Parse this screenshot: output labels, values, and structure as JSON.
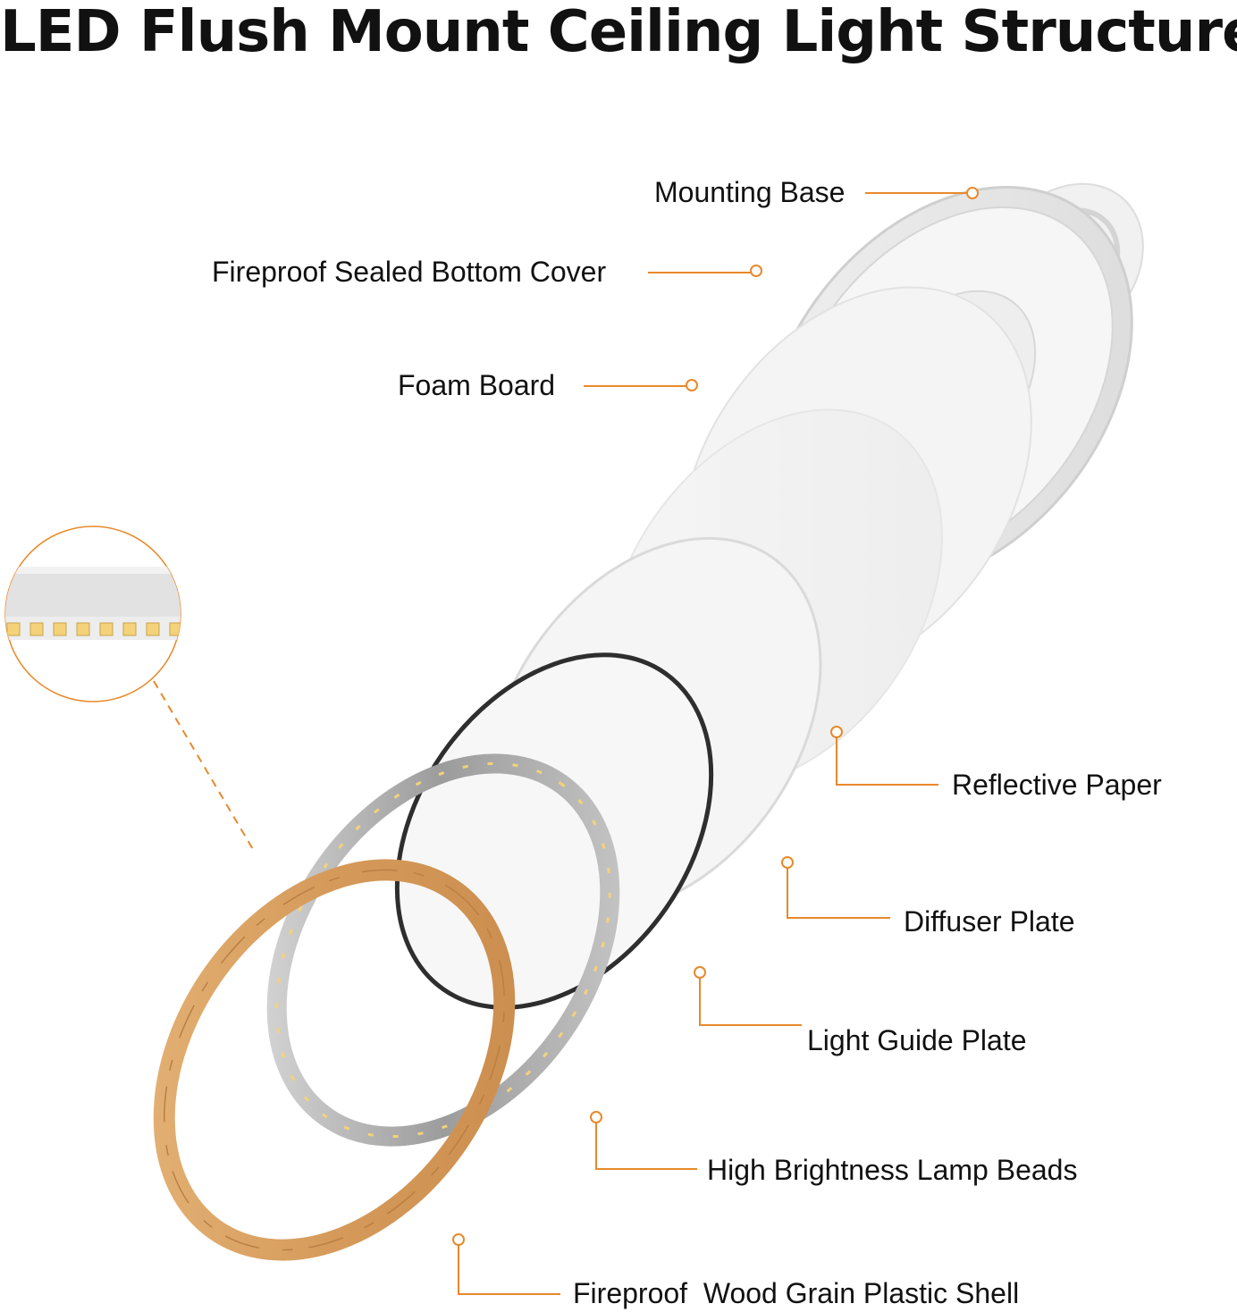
{
  "title": "LED Flush Mount Ceiling Light Structure",
  "colors": {
    "leader_line": "#E8892B",
    "wood_grain": "#D9A468",
    "silver_ring": "#B8B8B8",
    "guide_plate_edge": "#2E2E2E",
    "led_bead": "#F4D27A"
  },
  "labels": {
    "mounting_base": "Mounting Base",
    "bottom_cover": "Fireproof Sealed Bottom Cover",
    "foam_board": "Foam Board",
    "reflective_paper": "Reflective Paper",
    "diffuser_plate": "Diffuser Plate",
    "light_guide_plate": "Light Guide Plate",
    "lamp_beads": "High Brightness Lamp Beads",
    "wood_shell": "Fireproof  Wood Grain Plastic Shell"
  }
}
